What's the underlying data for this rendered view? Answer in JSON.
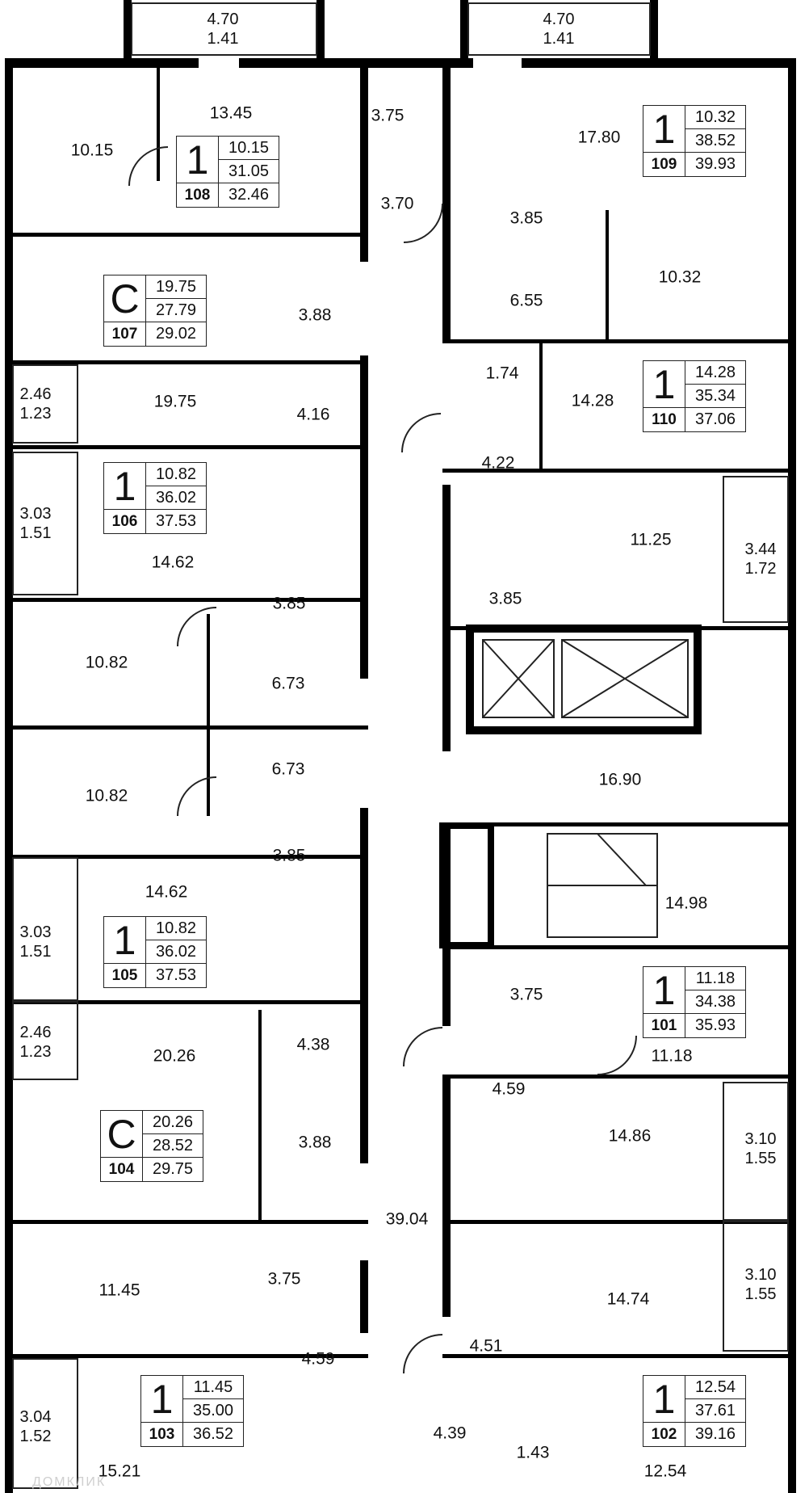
{
  "apartments": [
    {
      "id": "108",
      "type": "1",
      "living": "10.15",
      "total_living": "31.05",
      "total": "32.46"
    },
    {
      "id": "109",
      "type": "1",
      "living": "10.32",
      "total_living": "38.52",
      "total": "39.93"
    },
    {
      "id": "107",
      "type": "С",
      "living": "19.75",
      "total_living": "27.79",
      "total": "29.02"
    },
    {
      "id": "110",
      "type": "1",
      "living": "14.28",
      "total_living": "35.34",
      "total": "37.06"
    },
    {
      "id": "106",
      "type": "1",
      "living": "10.82",
      "total_living": "36.02",
      "total": "37.53"
    },
    {
      "id": "105",
      "type": "1",
      "living": "10.82",
      "total_living": "36.02",
      "total": "37.53"
    },
    {
      "id": "101",
      "type": "1",
      "living": "11.18",
      "total_living": "34.38",
      "total": "35.93"
    },
    {
      "id": "104",
      "type": "С",
      "living": "20.26",
      "total_living": "28.52",
      "total": "29.75"
    },
    {
      "id": "103",
      "type": "1",
      "living": "11.45",
      "total_living": "35.00",
      "total": "36.52"
    },
    {
      "id": "102",
      "type": "1",
      "living": "12.54",
      "total_living": "37.61",
      "total": "39.16"
    }
  ],
  "rooms": [
    "10.15",
    "13.45",
    "3.75",
    "3.70",
    "17.80",
    "3.85",
    "10.32",
    "6.55",
    "19.75",
    "3.88",
    "4.16",
    "1.74",
    "14.28",
    "4.22",
    "14.62",
    "3.85",
    "11.25",
    "3.85",
    "10.82",
    "6.73",
    "6.73",
    "10.82",
    "16.90",
    "3.85",
    "14.62",
    "14.98",
    "3.75",
    "11.18",
    "20.26",
    "4.38",
    "4.59",
    "3.88",
    "14.86",
    "39.04",
    "11.45",
    "3.75",
    "14.74",
    "4.59",
    "4.51",
    "4.39",
    "1.43",
    "15.21",
    "12.54"
  ],
  "balconies": [
    {
      "area": "4.70",
      "coef": "1.41"
    },
    {
      "area": "4.70",
      "coef": "1.41"
    },
    {
      "area": "2.46",
      "coef": "1.23"
    },
    {
      "area": "3.03",
      "coef": "1.51"
    },
    {
      "area": "3.44",
      "coef": "1.72"
    },
    {
      "area": "3.03",
      "coef": "1.51"
    },
    {
      "area": "2.46",
      "coef": "1.23"
    },
    {
      "area": "3.10",
      "coef": "1.55"
    },
    {
      "area": "3.10",
      "coef": "1.55"
    },
    {
      "area": "3.04",
      "coef": "1.52"
    }
  ],
  "watermark": "ДОМКЛИК"
}
